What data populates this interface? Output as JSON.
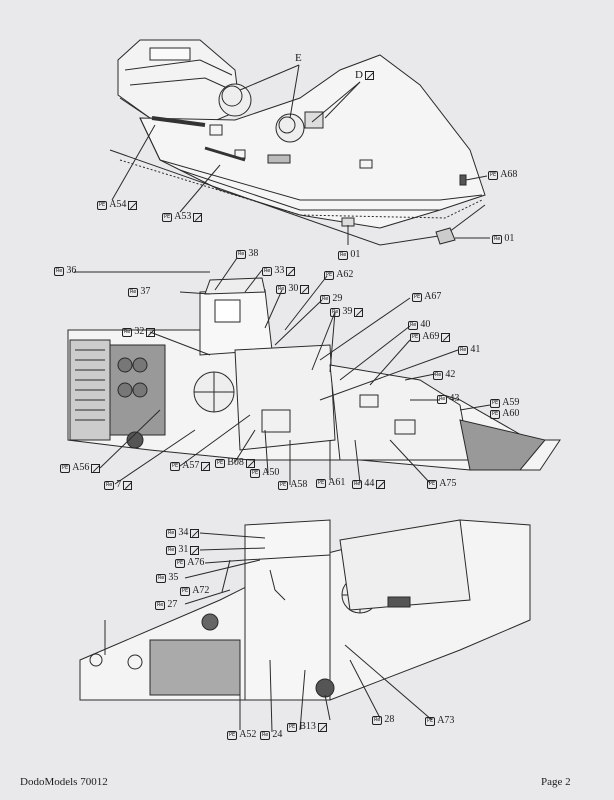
{
  "footer": {
    "brand": "DodoModels 70012",
    "page": "Page 2"
  },
  "labels": [
    {
      "text": "A54",
      "tag": "PE",
      "check": true
    },
    {
      "text": "A53",
      "tag": "PE",
      "check": true
    },
    {
      "text": "01",
      "tag": "Re",
      "check": false
    },
    {
      "text": "A68",
      "tag": "PE",
      "check": false
    },
    {
      "text": "01",
      "tag": "Re",
      "check": false
    },
    {
      "text": "36",
      "tag": "Re",
      "check": false
    },
    {
      "text": "38",
      "tag": "Re",
      "check": false
    },
    {
      "text": "33",
      "tag": "Re",
      "check": true
    },
    {
      "text": "A62",
      "tag": "PE",
      "check": false
    },
    {
      "text": "37",
      "tag": "Re",
      "check": false
    },
    {
      "text": "30",
      "tag": "Re",
      "check": true
    },
    {
      "text": "29",
      "tag": "Re",
      "check": false
    },
    {
      "text": "A67",
      "tag": "PE",
      "check": false
    },
    {
      "text": "32",
      "tag": "Re",
      "check": true
    },
    {
      "text": "39",
      "tag": "Re",
      "check": true
    },
    {
      "text": "40",
      "tag": "Re",
      "check": false
    },
    {
      "text": "A69",
      "tag": "PE",
      "check": true
    },
    {
      "text": "41",
      "tag": "Re",
      "check": false
    },
    {
      "text": "42",
      "tag": "Re",
      "check": false
    },
    {
      "text": "43",
      "tag": "Re",
      "check": false
    },
    {
      "text": "A59",
      "tag": "PE",
      "check": false
    },
    {
      "text": "A60",
      "tag": "PE",
      "check": false
    },
    {
      "text": "A56",
      "tag": "PE",
      "check": true
    },
    {
      "text": "7",
      "tag": "Re",
      "check": true
    },
    {
      "text": "A57",
      "tag": "PE",
      "check": true
    },
    {
      "text": "B08",
      "tag": "PE",
      "check": true
    },
    {
      "text": "A50",
      "tag": "PE",
      "check": false
    },
    {
      "text": "A58",
      "tag": "PE",
      "check": false
    },
    {
      "text": "A61",
      "tag": "PE",
      "check": false
    },
    {
      "text": "44",
      "tag": "Re",
      "check": true
    },
    {
      "text": "A75",
      "tag": "PE",
      "check": false
    },
    {
      "text": "34",
      "tag": "Re",
      "check": true
    },
    {
      "text": "31",
      "tag": "Re",
      "check": true
    },
    {
      "text": "A76",
      "tag": "PE",
      "check": false
    },
    {
      "text": "35",
      "tag": "Re",
      "check": false
    },
    {
      "text": "A72",
      "tag": "PE",
      "check": false
    },
    {
      "text": "27",
      "tag": "Re",
      "check": false
    },
    {
      "text": "A52",
      "tag": "PE",
      "check": false
    },
    {
      "text": "24",
      "tag": "Re",
      "check": false
    },
    {
      "text": "B13",
      "tag": "PE",
      "check": true
    },
    {
      "text": "28",
      "tag": "Re",
      "check": false
    },
    {
      "text": "A73",
      "tag": "PE",
      "check": false
    }
  ],
  "letters": [
    {
      "text": "E"
    },
    {
      "text": "D",
      "check": true
    }
  ]
}
